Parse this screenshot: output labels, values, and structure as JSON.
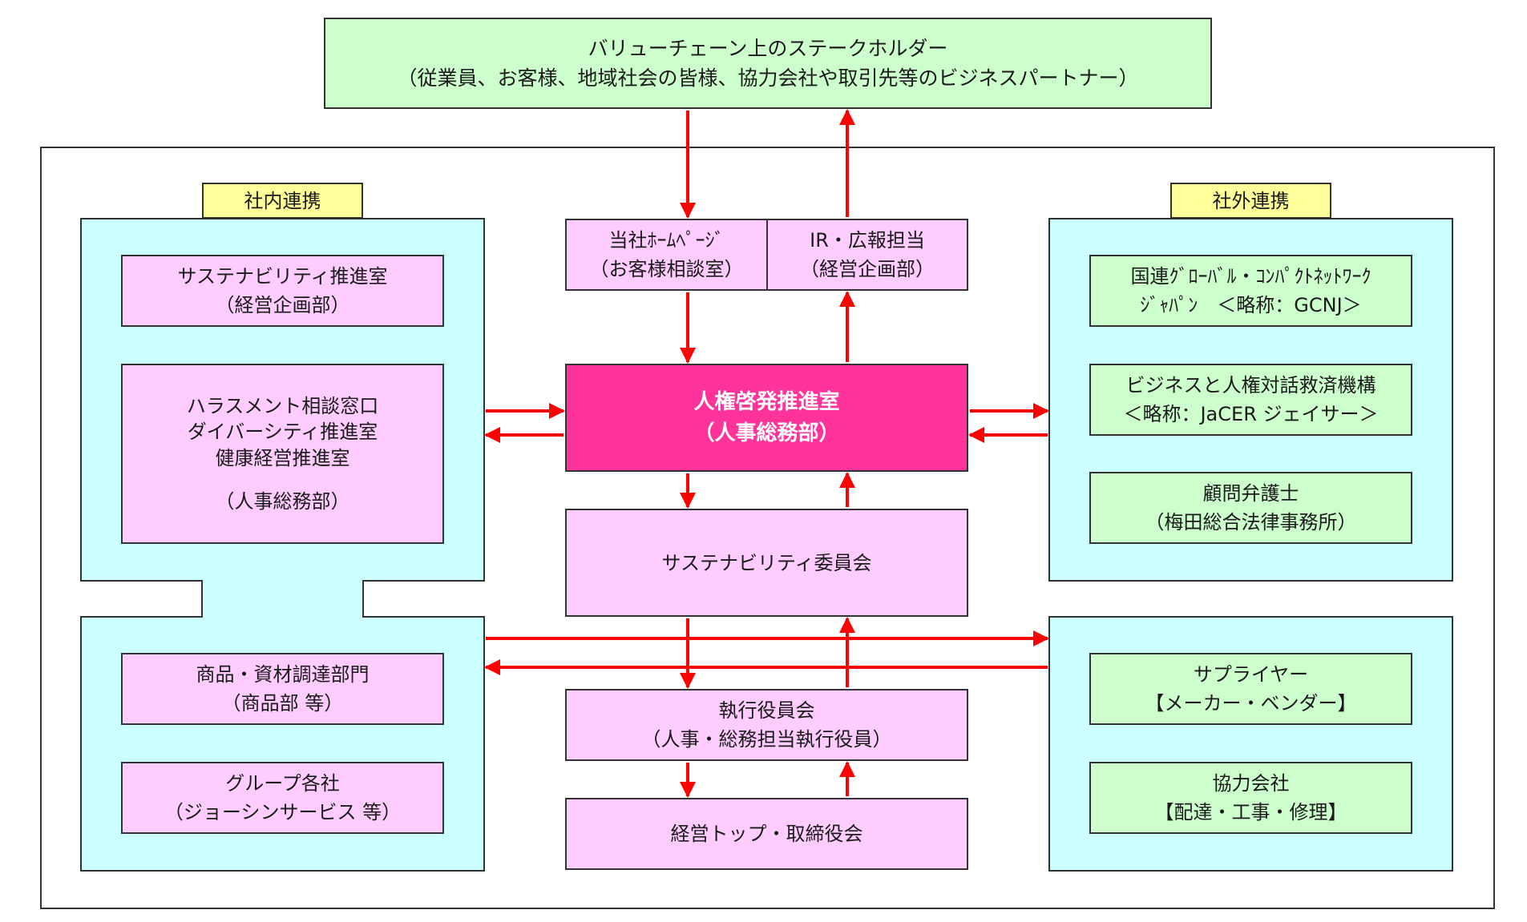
{
  "stakeholders": {
    "line1": "バリューチェーン上のステークホルダー",
    "line2": "（従業員、お客様、地域社会の皆様、協力会社や取引先等のビジネスパートナー）"
  },
  "internal": {
    "tab": "社内連携",
    "sustainability_office": {
      "line1": "サステナビリティ推進室",
      "line2": "（経営企画部）"
    },
    "hr_group": {
      "line1": "ハラスメント相談窓口",
      "line2": "ダイバーシティ推進室",
      "line3": "健康経営推進室",
      "line4": "（人事総務部）"
    },
    "procurement": {
      "line1": "商品・資材調達部門",
      "line2": "（商品部 等）"
    },
    "group_companies": {
      "line1": "グループ各社",
      "line2": "（ジョーシンサービス 等）"
    }
  },
  "center": {
    "homepage": {
      "line1": "当社ﾎｰﾑﾍﾟｰｼﾞ",
      "line2": "（お客様相談室）"
    },
    "ir": {
      "line1": "IR・広報担当",
      "line2": "（経営企画部）"
    },
    "human_rights_office": {
      "line1": "人権啓発推進室",
      "line2": "（人事総務部）"
    },
    "sustainability_committee": "サステナビリティ委員会",
    "executive_committee": {
      "line1": "執行役員会",
      "line2": "（人事・総務担当執行役員）"
    },
    "top_management": "経営トップ・取締役会"
  },
  "external": {
    "tab": "社外連携",
    "gcnj": {
      "line1": "国連ｸﾞﾛｰﾊﾞﾙ・ｺﾝﾊﾟｸﾄﾈｯﾄﾜｰｸ",
      "line2": "ｼﾞｬﾊﾟﾝ　＜略称：GCNJ＞"
    },
    "jacer": {
      "line1": "ビジネスと人権対話救済機構",
      "line2": "＜略称：JaCER ジェイサー＞"
    },
    "lawyer": {
      "line1": "顧問弁護士",
      "line2": "（梅田総合法律事務所）"
    },
    "suppliers": {
      "line1": "サプライヤー",
      "line2": "【メーカー・ベンダー】"
    },
    "partners": {
      "line1": "協力会社",
      "line2": "【配達・工事・修理】"
    }
  },
  "colors": {
    "arrow": "#ff0000",
    "stakeholder_fill": "#ccffcc",
    "panel_fill": "#ccffff",
    "internal_box_fill": "#ffccff",
    "external_box_fill": "#ccffcc",
    "hot_fill": "#ff3399",
    "tab_fill": "#ffff99"
  }
}
